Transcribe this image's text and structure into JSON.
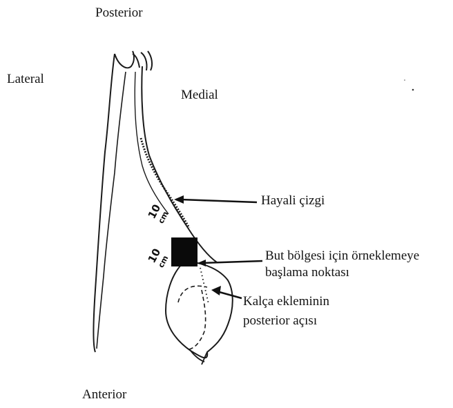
{
  "labels": {
    "posterior": "Posterior",
    "lateral": "Lateral",
    "medial": "Medial",
    "anterior": "Anterior",
    "imaginary_line": "Hayali çizgi",
    "sampling_start_line1": "But bölgesi için örneklemeye",
    "sampling_start_line2": "başlama noktası",
    "hip_joint_line1": "Kalça ekleminin",
    "hip_joint_line2": "posterior açısı"
  },
  "measurements": {
    "upper_segment": {
      "value": "10",
      "unit": "cm"
    },
    "lower_segment": {
      "value": "10",
      "unit": "cm"
    }
  },
  "colors": {
    "ink": "#141414",
    "background": "#ffffff",
    "sample_block": "#0a0a0a"
  }
}
